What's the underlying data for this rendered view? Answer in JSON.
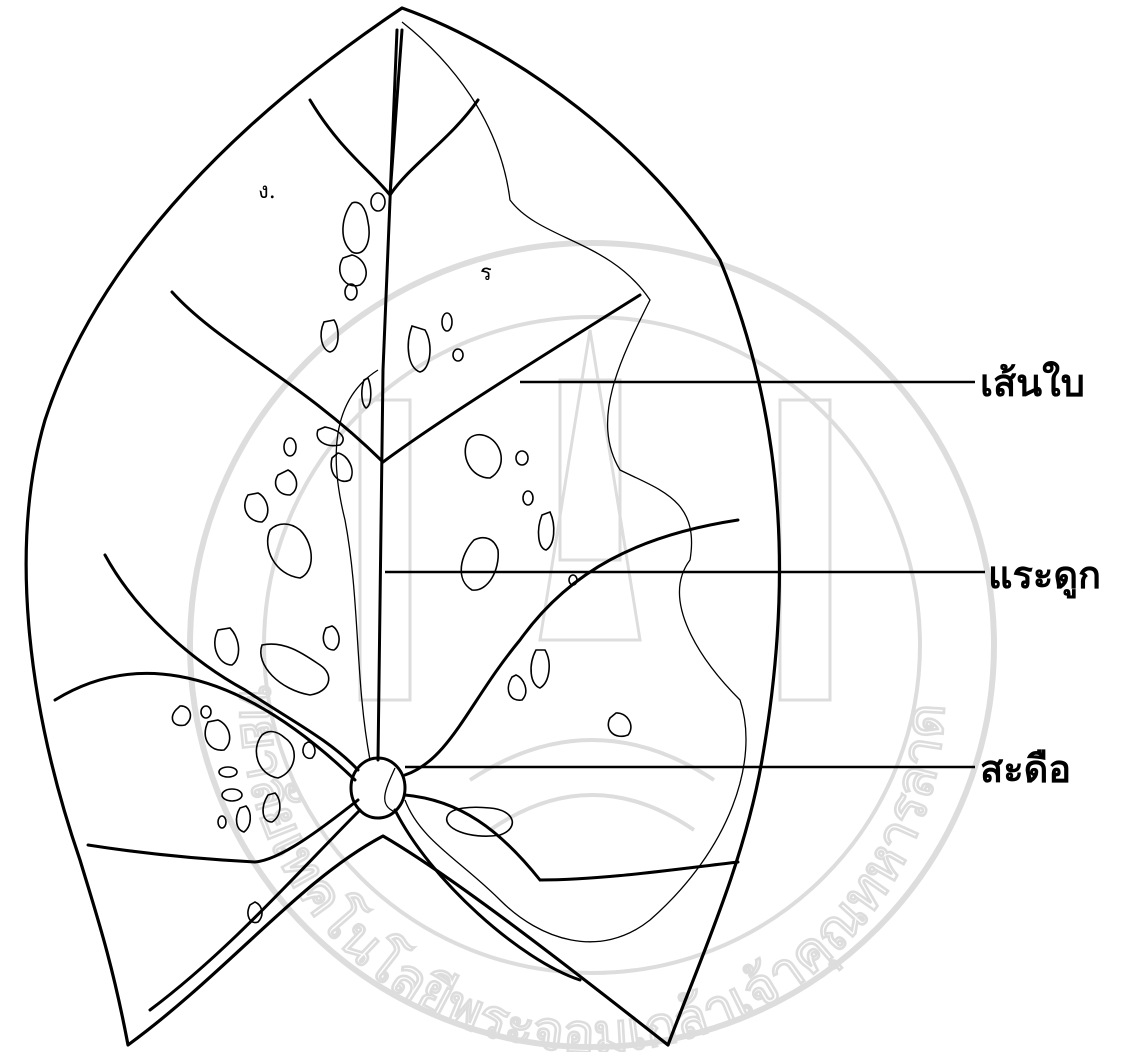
{
  "labels": {
    "leaf_vein": "เส้นใบ",
    "midrib": "แระดูก",
    "navel": "สะดือ"
  },
  "marks": {
    "mark_a": "ง.",
    "mark_b": "ร"
  },
  "watermark": {
    "text": "มหาวิทยาลัยเทคโนโลยีพระจอมเกล้าเจ้าคุณทหารลาดกระบัง"
  },
  "colors": {
    "ink": "#000000",
    "background": "#ffffff"
  }
}
